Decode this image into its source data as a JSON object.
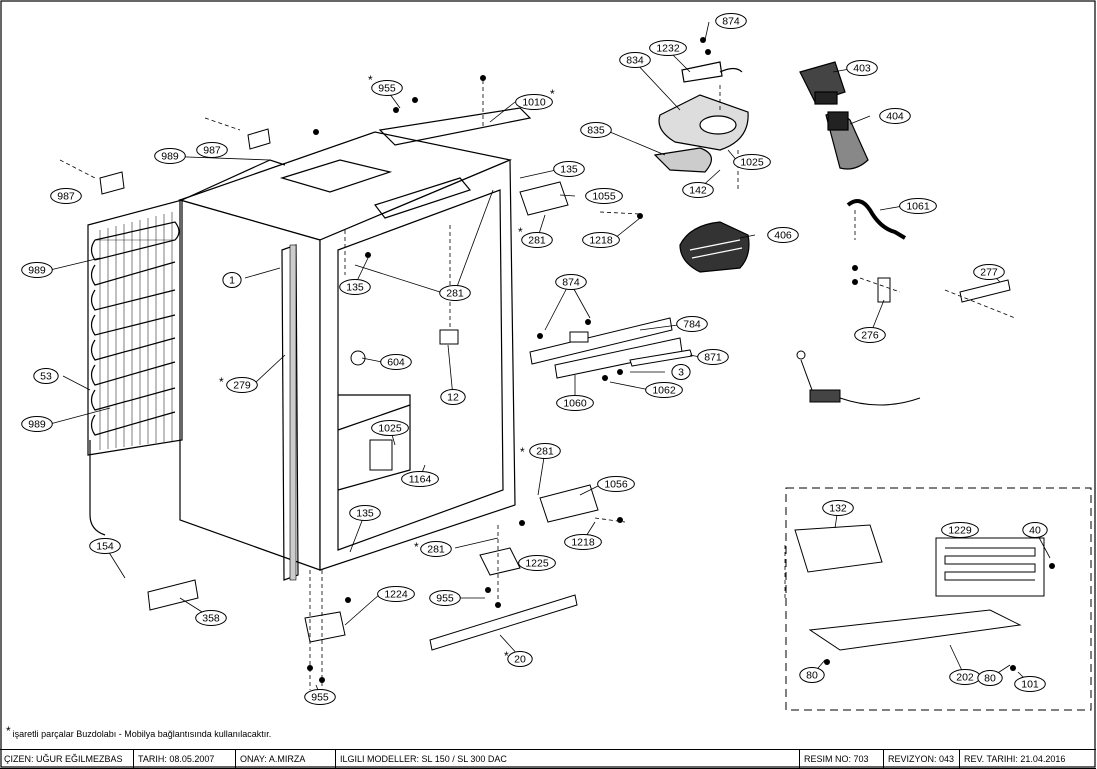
{
  "callouts": [
    {
      "id": "c874a",
      "label": "874"
    },
    {
      "id": "c1232",
      "label": "1232"
    },
    {
      "id": "c834",
      "label": "834"
    },
    {
      "id": "c403",
      "label": "403"
    },
    {
      "id": "c404",
      "label": "404"
    },
    {
      "id": "c835",
      "label": "835"
    },
    {
      "id": "c1025a",
      "label": "1025"
    },
    {
      "id": "c142",
      "label": "142"
    },
    {
      "id": "c406",
      "label": "406"
    },
    {
      "id": "c1061",
      "label": "1061"
    },
    {
      "id": "c277",
      "label": "277"
    },
    {
      "id": "c276",
      "label": "276"
    },
    {
      "id": "c955a",
      "label": "955"
    },
    {
      "id": "c1010",
      "label": "1010"
    },
    {
      "id": "c987a",
      "label": "987"
    },
    {
      "id": "c989a",
      "label": "989"
    },
    {
      "id": "c987b",
      "label": "987"
    },
    {
      "id": "c135a",
      "label": "135"
    },
    {
      "id": "c1055",
      "label": "1055"
    },
    {
      "id": "c281a",
      "label": "281"
    },
    {
      "id": "c1218a",
      "label": "1218"
    },
    {
      "id": "c989b",
      "label": "989"
    },
    {
      "id": "c1",
      "label": "1"
    },
    {
      "id": "c135b",
      "label": "135"
    },
    {
      "id": "c281b",
      "label": "281"
    },
    {
      "id": "c874b",
      "label": "874"
    },
    {
      "id": "c784",
      "label": "784"
    },
    {
      "id": "c871",
      "label": "871"
    },
    {
      "id": "c3",
      "label": "3"
    },
    {
      "id": "c1062",
      "label": "1062"
    },
    {
      "id": "c1060",
      "label": "1060"
    },
    {
      "id": "c604",
      "label": "604"
    },
    {
      "id": "c12",
      "label": "12"
    },
    {
      "id": "c53",
      "label": "53"
    },
    {
      "id": "c279",
      "label": "279"
    },
    {
      "id": "c989c",
      "label": "989"
    },
    {
      "id": "c1025b",
      "label": "1025"
    },
    {
      "id": "c1164",
      "label": "1164"
    },
    {
      "id": "c281c",
      "label": "281"
    },
    {
      "id": "c1056",
      "label": "1056"
    },
    {
      "id": "c135c",
      "label": "135"
    },
    {
      "id": "c1218b",
      "label": "1218"
    },
    {
      "id": "c281d",
      "label": "281"
    },
    {
      "id": "c154",
      "label": "154"
    },
    {
      "id": "c1225",
      "label": "1225"
    },
    {
      "id": "c1224",
      "label": "1224"
    },
    {
      "id": "c955b",
      "label": "955"
    },
    {
      "id": "c358",
      "label": "358"
    },
    {
      "id": "c20",
      "label": "20"
    },
    {
      "id": "c955c",
      "label": "955"
    },
    {
      "id": "c132",
      "label": "132"
    },
    {
      "id": "c1229",
      "label": "1229"
    },
    {
      "id": "c40",
      "label": "40"
    },
    {
      "id": "c80a",
      "label": "80"
    },
    {
      "id": "c202",
      "label": "202"
    },
    {
      "id": "c80b",
      "label": "80"
    },
    {
      "id": "c101",
      "label": "101"
    }
  ],
  "footnote": "işaretli parçalar Buzdolabı - Mobilya bağlantısında kullanılacaktır.",
  "footer": {
    "drawn_by": "ÇIZEN: UĞUR EĞILMEZBAS",
    "date": "TARIH: 08.05.2007",
    "approved": "ONAY: A.MIRZA",
    "models": "ILGILI MODELLER:   SL 150 / SL 300 DAC",
    "drawing_no": "RESIM NO: 703",
    "revision": "REVIZYON: 043",
    "rev_date": "REV. TARIHI:   21.04.2016"
  }
}
